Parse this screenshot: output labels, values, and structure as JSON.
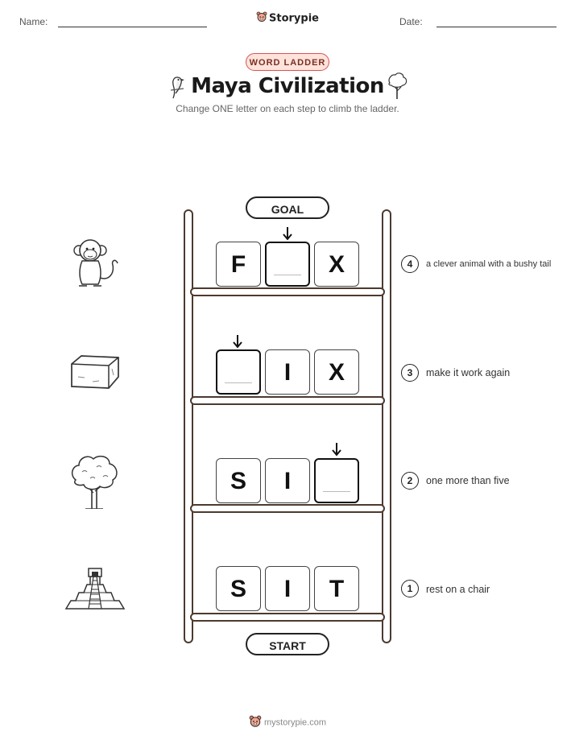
{
  "header": {
    "name_label": "Name:",
    "date_label": "Date:",
    "brand": "Storypie"
  },
  "worksheet": {
    "category": "WORD LADDER",
    "title": "Maya Civilization",
    "instruction": "Change ONE letter on each step to climb the ladder.",
    "goal_label": "GOAL",
    "start_label": "START"
  },
  "rungs": [
    {
      "step": "4",
      "letters": [
        "F",
        "",
        "X"
      ],
      "blank_index": 1,
      "clue": "a clever animal with a bushy tail",
      "picture": "monkey-icon"
    },
    {
      "step": "3",
      "letters": [
        "",
        "I",
        "X"
      ],
      "blank_index": 0,
      "clue": "make it work again",
      "picture": "stone-block-icon"
    },
    {
      "step": "2",
      "letters": [
        "S",
        "I",
        ""
      ],
      "blank_index": 2,
      "clue": "one more than five",
      "picture": "tree-icon"
    },
    {
      "step": "1",
      "letters": [
        "S",
        "I",
        "T"
      ],
      "blank_index": null,
      "clue": "rest on a chair",
      "picture": "maya-pyramid-icon"
    }
  ],
  "footer": {
    "site": "mystorypie.com"
  }
}
